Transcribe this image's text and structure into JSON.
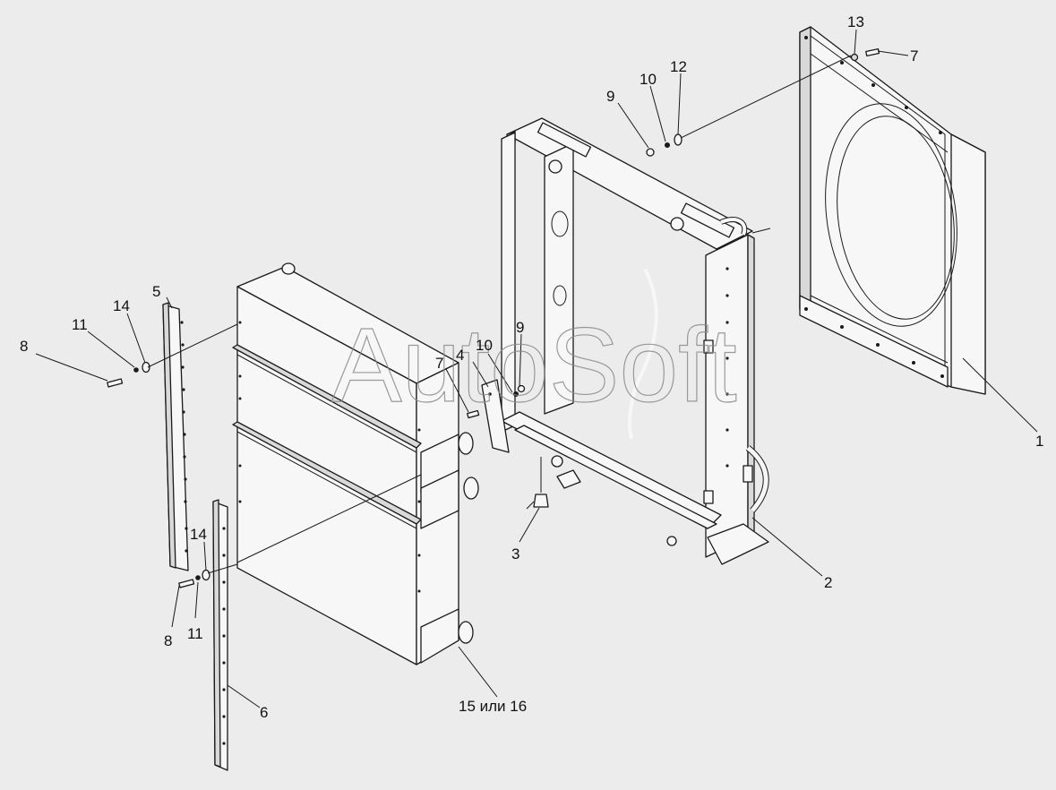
{
  "diagram": {
    "watermark": "AutoSoft",
    "callouts": {
      "c1": "1",
      "c2": "2",
      "c3": "3",
      "c4": "4",
      "c5": "5",
      "c6": "6",
      "c7a": "7",
      "c7b": "7",
      "c8a": "8",
      "c8b": "8",
      "c9a": "9",
      "c9b": "9",
      "c10a": "10",
      "c10b": "10",
      "c11a": "11",
      "c11b": "11",
      "c12": "12",
      "c13": "13",
      "c14a": "14",
      "c14b": "14",
      "c15": "15 или 16"
    }
  }
}
